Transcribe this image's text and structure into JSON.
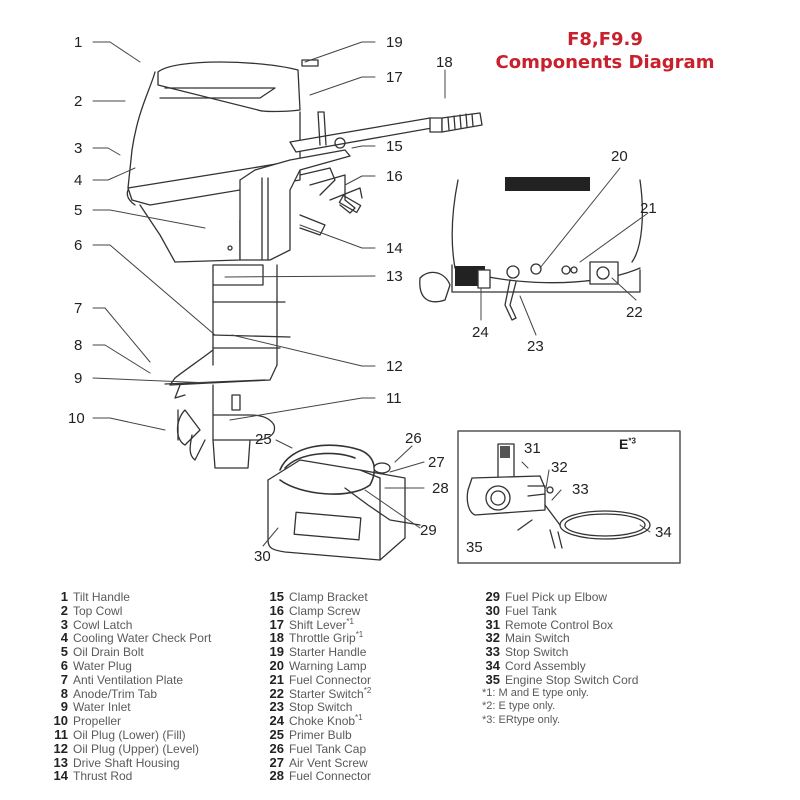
{
  "title": {
    "line1": "F8,F9.9",
    "line2": "Components Diagram",
    "color": "#c8202c"
  },
  "callouts": [
    "1",
    "2",
    "3",
    "4",
    "5",
    "6",
    "7",
    "8",
    "9",
    "10",
    "11",
    "12",
    "13",
    "14",
    "15",
    "16",
    "17",
    "18",
    "19",
    "20",
    "21",
    "22",
    "23",
    "24",
    "25",
    "26",
    "27",
    "28",
    "29",
    "30",
    "31",
    "32",
    "33",
    "34",
    "35"
  ],
  "inset": {
    "label": "E",
    "label_sup": "*3"
  },
  "legend": {
    "items": [
      {
        "num": "1",
        "label": "Tilt Handle",
        "sup": ""
      },
      {
        "num": "2",
        "label": "Top Cowl",
        "sup": ""
      },
      {
        "num": "3",
        "label": "Cowl Latch",
        "sup": ""
      },
      {
        "num": "4",
        "label": "Cooling Water Check Port",
        "sup": ""
      },
      {
        "num": "5",
        "label": "Oil Drain Bolt",
        "sup": ""
      },
      {
        "num": "6",
        "label": "Water Plug",
        "sup": ""
      },
      {
        "num": "7",
        "label": "Anti Ventilation Plate",
        "sup": ""
      },
      {
        "num": "8",
        "label": "Anode/Trim Tab",
        "sup": ""
      },
      {
        "num": "9",
        "label": "Water Inlet",
        "sup": ""
      },
      {
        "num": "10",
        "label": "Propeller",
        "sup": ""
      },
      {
        "num": "11",
        "label": "Oil Plug (Lower) (Fill)",
        "sup": ""
      },
      {
        "num": "12",
        "label": "Oil Plug (Upper) (Level)",
        "sup": ""
      },
      {
        "num": "13",
        "label": "Drive Shaft Housing",
        "sup": ""
      },
      {
        "num": "14",
        "label": "Thrust Rod",
        "sup": ""
      },
      {
        "num": "15",
        "label": "Clamp Bracket",
        "sup": ""
      },
      {
        "num": "16",
        "label": "Clamp Screw",
        "sup": ""
      },
      {
        "num": "17",
        "label": "Shift Lever",
        "sup": "*1"
      },
      {
        "num": "18",
        "label": "Throttle Grip",
        "sup": "*1"
      },
      {
        "num": "19",
        "label": "Starter Handle",
        "sup": ""
      },
      {
        "num": "20",
        "label": "Warning Lamp",
        "sup": ""
      },
      {
        "num": "21",
        "label": "Fuel Connector",
        "sup": ""
      },
      {
        "num": "22",
        "label": "Starter Switch",
        "sup": "*2"
      },
      {
        "num": "23",
        "label": "Stop Switch",
        "sup": ""
      },
      {
        "num": "24",
        "label": "Choke Knob",
        "sup": "*1"
      },
      {
        "num": "25",
        "label": "Primer Bulb",
        "sup": ""
      },
      {
        "num": "26",
        "label": "Fuel Tank Cap",
        "sup": ""
      },
      {
        "num": "27",
        "label": "Air Vent Screw",
        "sup": ""
      },
      {
        "num": "28",
        "label": "Fuel Connector",
        "sup": ""
      },
      {
        "num": "29",
        "label": "Fuel Pick up Elbow",
        "sup": ""
      },
      {
        "num": "30",
        "label": "Fuel Tank",
        "sup": ""
      },
      {
        "num": "31",
        "label": "Remote Control Box",
        "sup": ""
      },
      {
        "num": "32",
        "label": "Main Switch",
        "sup": ""
      },
      {
        "num": "33",
        "label": "Stop Switch",
        "sup": ""
      },
      {
        "num": "34",
        "label": "Cord Assembly",
        "sup": ""
      },
      {
        "num": "35",
        "label": "Engine Stop Switch Cord",
        "sup": ""
      }
    ],
    "notes": [
      "*1: M and E type only.",
      "*2: E type only.",
      "*3: ERtype only."
    ]
  }
}
